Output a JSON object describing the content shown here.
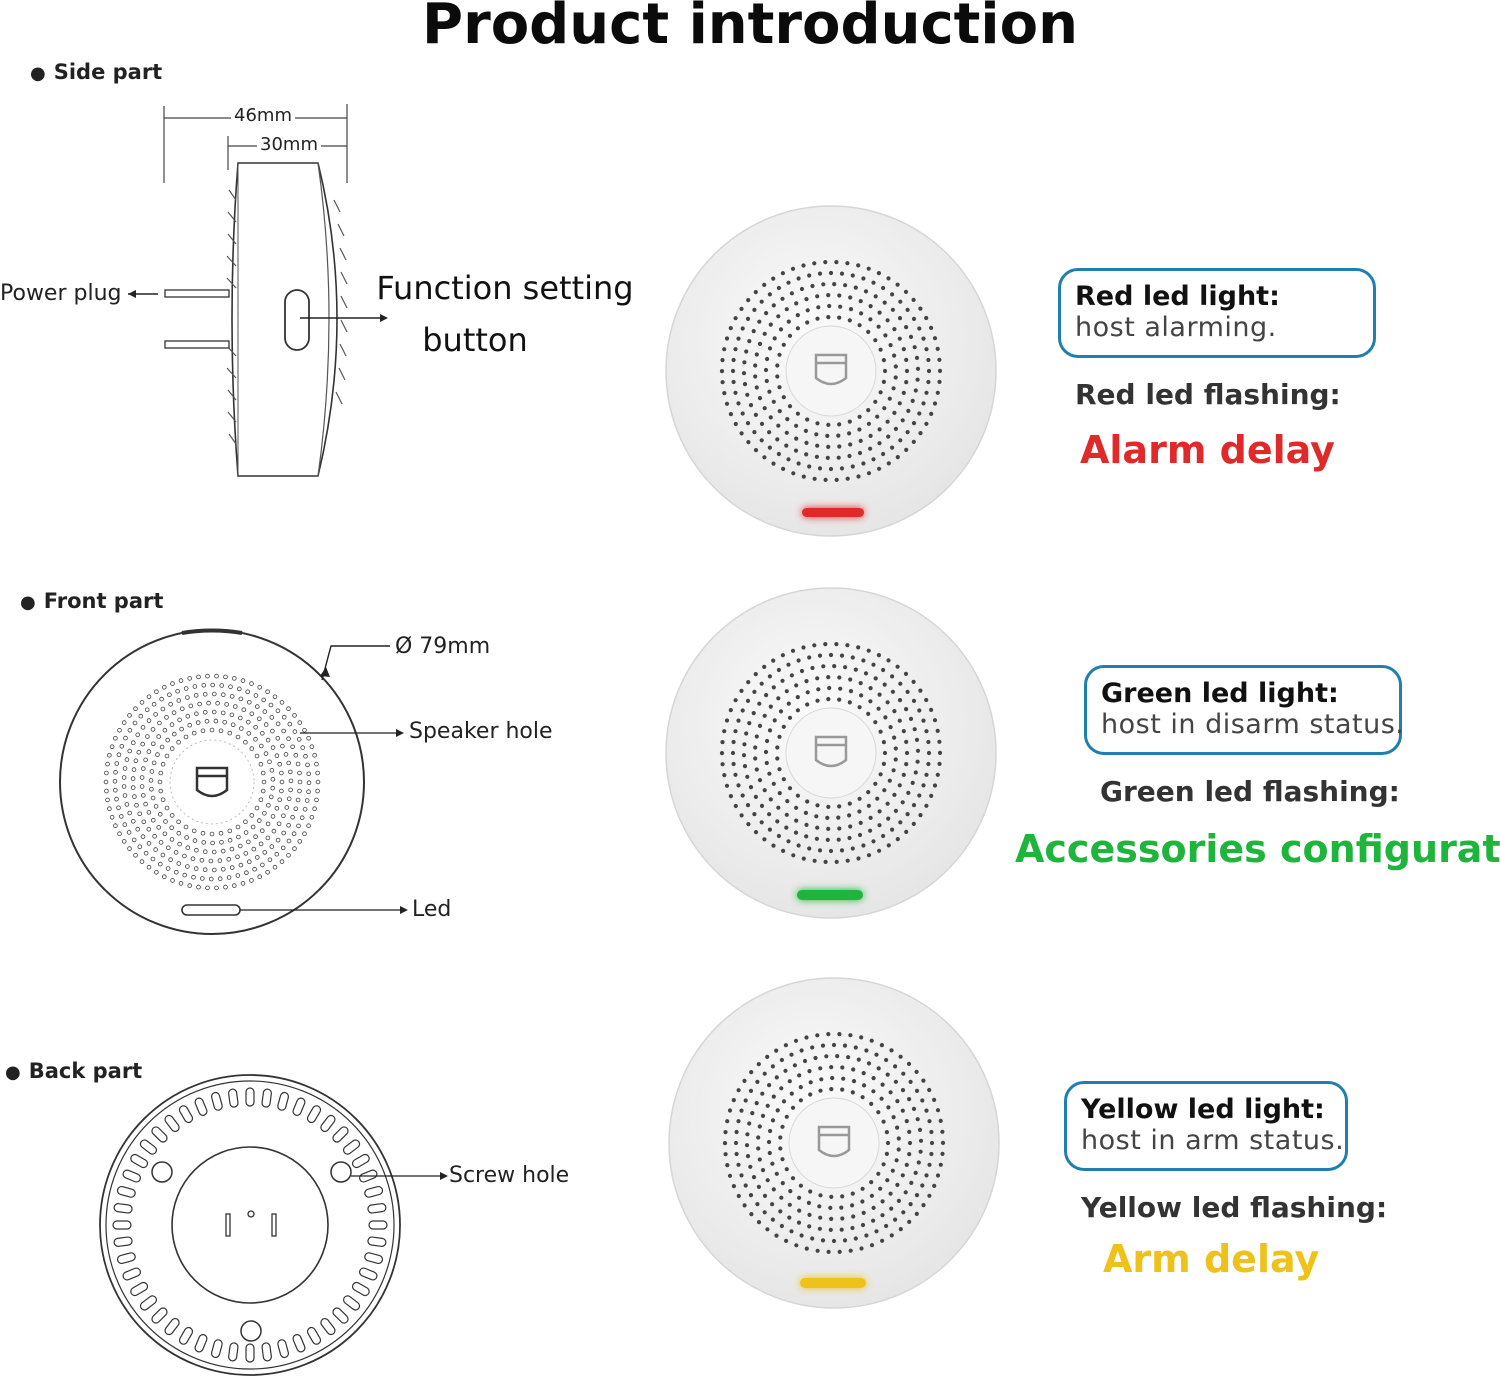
{
  "title": "Product introduction",
  "sections": {
    "side": "Side part",
    "front": "Front part",
    "back": "Back part"
  },
  "side_labels": {
    "dim_outer": "46mm",
    "dim_inner": "30mm",
    "power_plug": "Power plug",
    "function_line1": "Function setting",
    "function_line2": "button"
  },
  "front_labels": {
    "diameter": "Ø 79mm",
    "speaker_hole": "Speaker hole",
    "led": "Led"
  },
  "back_labels": {
    "screw_hole": "Screw hole"
  },
  "led_states": [
    {
      "light_heading": "Red led light:",
      "light_desc": "host alarming.",
      "flashing_heading": "Red led flashing:",
      "flashing_status": "Alarm delay",
      "color": "#e02a2a"
    },
    {
      "light_heading": "Green led light:",
      "light_desc": "host in disarm status.",
      "flashing_heading": "Green led flashing:",
      "flashing_status": "Accessories configuration",
      "color": "#1fb43c"
    },
    {
      "light_heading": "Yellow led light:",
      "light_desc": "host in arm status.",
      "flashing_heading": "Yellow led flashing:",
      "flashing_status": "Arm delay",
      "color": "#eec21a"
    }
  ],
  "colors": {
    "box_border": "#1f7fae",
    "device_body": "#f1f1f1"
  }
}
